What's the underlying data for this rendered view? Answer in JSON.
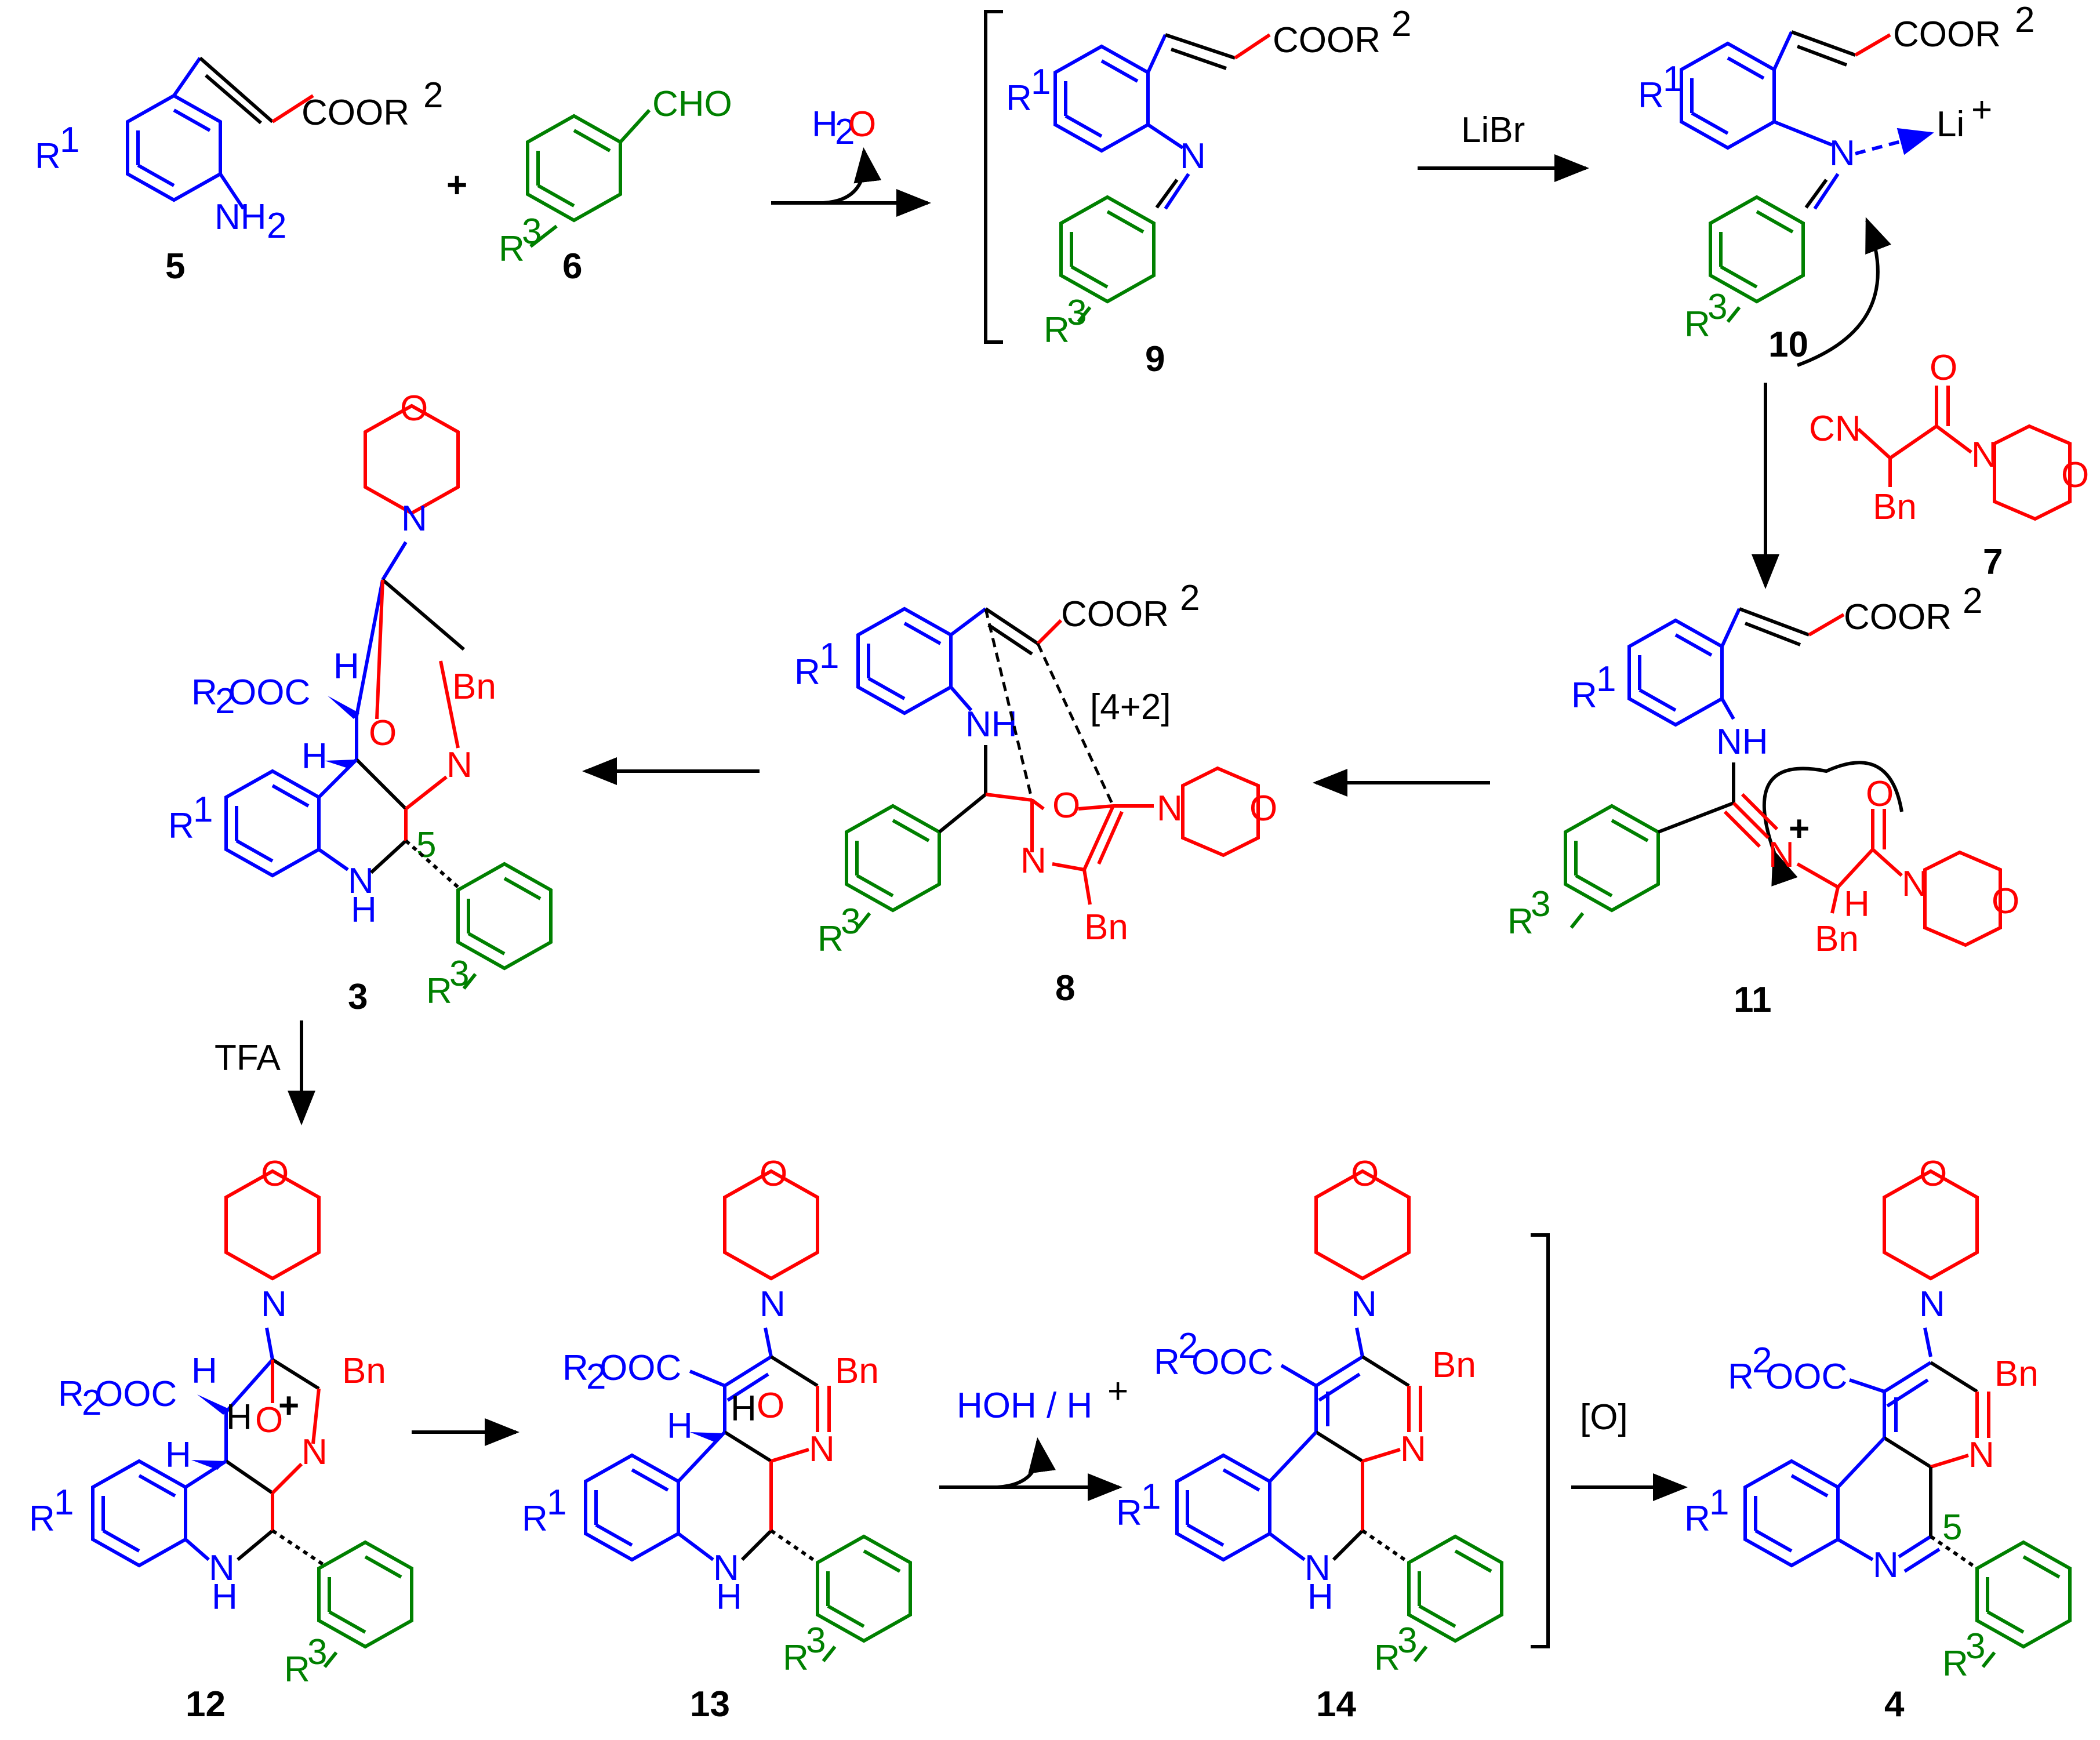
{
  "colors": {
    "scaffold": "#0000ff",
    "aryl": "#008000",
    "isocyanide": "#ff0000",
    "arrows": "#000000"
  },
  "labels": {
    "COOR2": "COOR",
    "R1": "R",
    "NH2": "NH",
    "CHO": "CHO",
    "R3": "R",
    "plus": "+",
    "H2O": "H",
    "O": "O",
    "N": "N",
    "NH": "NH",
    "H": "H",
    "Li": "Li",
    "LiBr": "LiBr",
    "CN": "CN",
    "Bn": "Bn",
    "R2OOC": "R",
    "OOC": "OOC",
    "TFA": "TFA",
    "cyclo": "[4+2]",
    "HOH": "HOH / H",
    "ox": "[O]",
    "five": "5",
    "sup1": "1",
    "sup2": "2",
    "sup3": "3",
    "supplus": "+",
    "sub2": "2"
  },
  "compounds": [
    "5",
    "6",
    "9",
    "10",
    "7",
    "3",
    "8",
    "11",
    "12",
    "13",
    "14",
    "4"
  ]
}
